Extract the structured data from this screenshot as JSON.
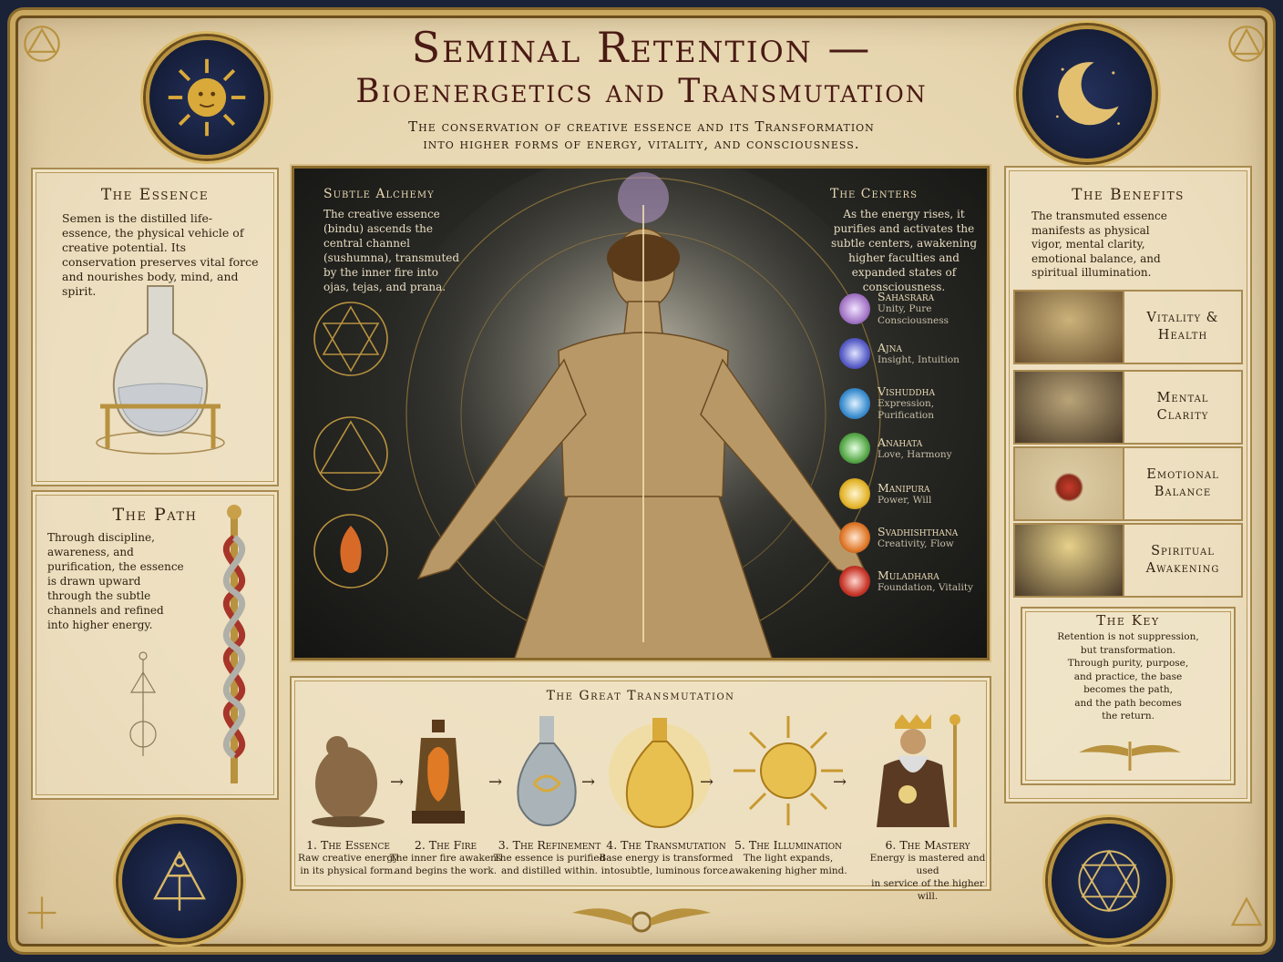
{
  "title": {
    "line1": "Seminal Retention —",
    "line2": "Bioenergetics and Transmutation"
  },
  "subtitle": {
    "line1": "The conservation of creative essence and its Transformation",
    "line2": "into higher forms of energy, vitality, and consciousness."
  },
  "essence": {
    "heading": "The Essence",
    "text": "Semen is the distilled life-essence, the physical vehicle of creative potential. Its conservation preserves vital force and nourishes body, mind, and spirit."
  },
  "path": {
    "heading": "The Path",
    "text": "Through discipline, awareness, and purification, the essence is drawn upward through the subtle channels and refined into higher energy."
  },
  "subtle_alchemy": {
    "heading": "Subtle Alchemy",
    "text": "The creative essence (bindu) ascends the central channel (sushumna), transmuted by the inner fire into ojas, tejas, and prana."
  },
  "centers": {
    "heading": "The Centers",
    "text": "As the energy rises, it purifies and activates the subtle centers, awakening higher faculties and expanded states of consciousness.",
    "chakras": [
      {
        "name": "Sahasrara",
        "desc": "Unity, Pure Consciousness",
        "color": "#a678c8"
      },
      {
        "name": "Ajna",
        "desc": "Insight, Intuition",
        "color": "#5a5fc8"
      },
      {
        "name": "Vishuddha",
        "desc": "Expression, Purification",
        "color": "#3d8fd0"
      },
      {
        "name": "Anahata",
        "desc": "Love, Harmony",
        "color": "#58a94a"
      },
      {
        "name": "Manipura",
        "desc": "Power, Will",
        "color": "#e4b52c"
      },
      {
        "name": "Svadhishthana",
        "desc": "Creativity, Flow",
        "color": "#e0792a"
      },
      {
        "name": "Muladhara",
        "desc": "Foundation, Vitality",
        "color": "#c8382a"
      }
    ]
  },
  "benefits": {
    "heading": "The Benefits",
    "text": "The transmuted essence manifests as physical vigor, mental clarity, emotional balance, and spiritual illumination.",
    "items": [
      "Vitality & Health",
      "Mental Clarity",
      "Emotional Balance",
      "Spiritual Awakening"
    ]
  },
  "key": {
    "heading": "The Key",
    "lines": [
      "Retention is not suppression,",
      "but transformation.",
      "Through purity, purpose,",
      "and practice, the base",
      "becomes the path,",
      "and the path becomes",
      "the return."
    ]
  },
  "transmutation": {
    "heading": "The Great Transmutation",
    "stages": [
      {
        "name": "1. The Essence",
        "l1": "Raw creative energy",
        "l2": "in its physical form."
      },
      {
        "name": "2. The Fire",
        "l1": "The inner fire awakens",
        "l2": "and begins the work."
      },
      {
        "name": "3. The Refinement",
        "l1": "The essence is purified",
        "l2": "and distilled within."
      },
      {
        "name": "4. The Transmutation",
        "l1": "Base energy is transformed",
        "l2": "intosubtle, luminous force."
      },
      {
        "name": "5. The Illumination",
        "l1": "The light expands,",
        "l2": "awakening higher mind."
      },
      {
        "name": "6. The Mastery",
        "l1": "Energy is mastered and used",
        "l2": "in service of the higher will."
      }
    ]
  },
  "colors": {
    "gold": "#b8923e",
    "parchment": "#efe3c4",
    "navy": "#141c36",
    "title_red": "#4a1a14"
  }
}
